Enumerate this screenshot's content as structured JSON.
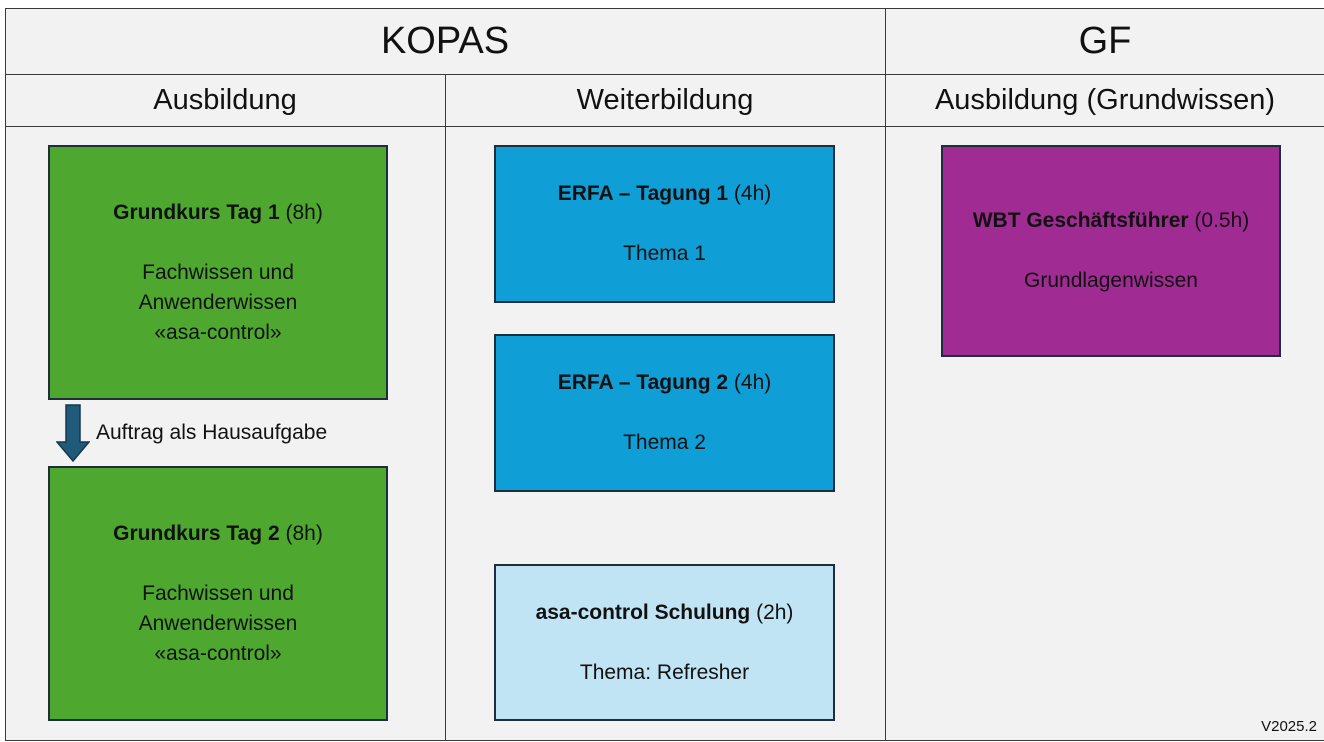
{
  "header": {
    "kopas": "KOPAS",
    "gf": "GF"
  },
  "subheader": {
    "ausbildung": "Ausbildung",
    "weiterbildung": "Weiterbildung",
    "gf_ausbildung": "Ausbildung (Grundwissen)"
  },
  "boxes": {
    "grundkurs1": {
      "title_bold": "Grundkurs Tag 1",
      "title_rest": " (8h)",
      "line1": "Fachwissen und",
      "line2": "Anwenderwissen",
      "line3": "«asa-control»",
      "color": "#4ea72e"
    },
    "grundkurs2": {
      "title_bold": "Grundkurs Tag 2",
      "title_rest": " (8h)",
      "line1": "Fachwissen und",
      "line2": "Anwenderwissen",
      "line3": "«asa-control»",
      "color": "#4ea72e"
    },
    "erfa1": {
      "title_bold": "ERFA – Tagung 1",
      "title_rest": " (4h)",
      "line1": "Thema 1",
      "color": "#0f9ed5"
    },
    "erfa2": {
      "title_bold": "ERFA – Tagung 2",
      "title_rest": " (4h)",
      "line1": "Thema 2",
      "color": "#0f9ed5"
    },
    "schulung": {
      "title_bold": "asa-control Schulung",
      "title_rest": " (2h)",
      "line1": "Thema: Refresher",
      "color": "#c1e4f5"
    },
    "wbt": {
      "title_bold": "WBT Geschäftsführer",
      "title_rest": " (0.5h)",
      "line1": "Grundlagenwissen",
      "color": "#a02b93"
    }
  },
  "arrow": {
    "label": "Auftrag als Hausaufgabe",
    "icon": "arrow-down-icon",
    "color": "#1f5a7a"
  },
  "version": "V2025.2"
}
